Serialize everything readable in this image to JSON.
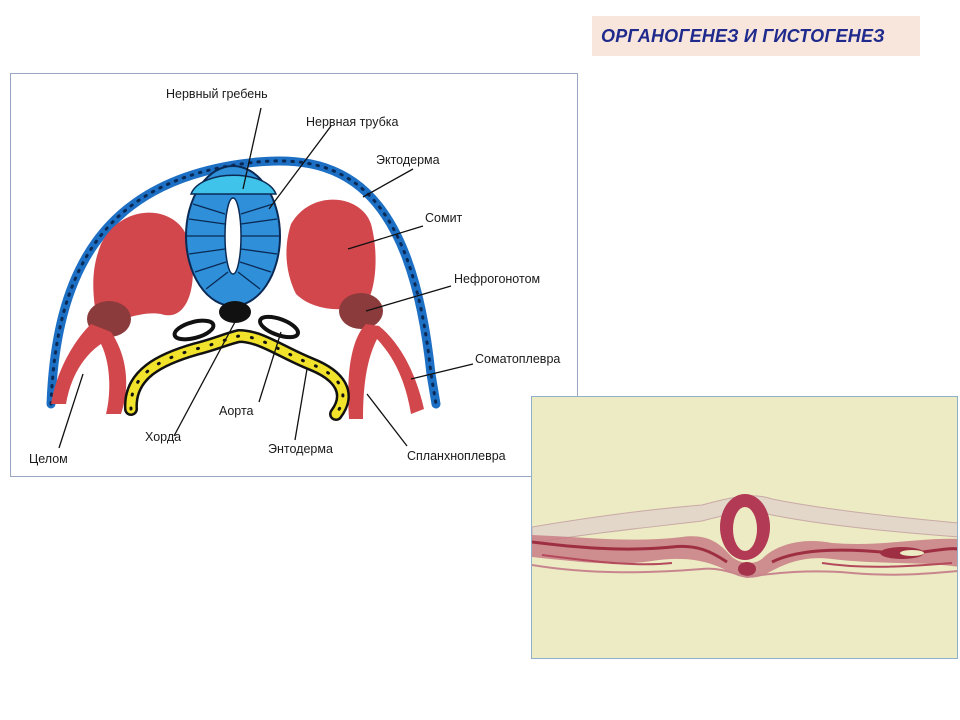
{
  "title": "ОРГАНОГЕНЕЗ И ГИСТОГЕНЕЗ",
  "diagram": {
    "labels": {
      "neural_crest": "Нервный гребень",
      "neural_tube": "Нервная трубка",
      "ectoderm": "Эктодерма",
      "somite": "Сомит",
      "nephrogonotome": "Нефрогонотом",
      "somatopleure": "Соматоплевра",
      "aorta": "Аорта",
      "notochord": "Хорда",
      "endoderm": "Энтодерма",
      "splanchnopleure": "Спланхноплевра",
      "coelom": "Целом"
    }
  },
  "colors": {
    "title_bg": "#f8e6dc",
    "title_text": "#1f2a8c",
    "ectoderm": "#1d6fc4",
    "neural_tube": "#2f8fd8",
    "neural_crest": "#3fc3ea",
    "mesoderm_red": "#d2474c",
    "nephrotome": "#8b3b3b",
    "endoderm_yellow": "#f1e32b"
  }
}
